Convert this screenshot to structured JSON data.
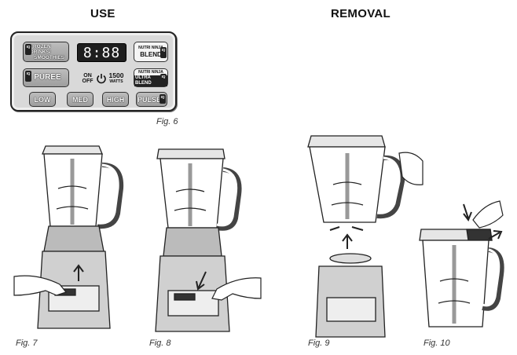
{
  "headings": {
    "use": "USE",
    "removal": "REMOVAL"
  },
  "panel": {
    "iq_badge": "IQ",
    "frozen_drinks": "FROZEN DRINKS/",
    "smoothies": "SMOOTHIES",
    "display_time": "8:88",
    "nutri_ninja": "NUTRI NINJA",
    "blend": "BLEND",
    "puree": "PUREE",
    "on": "ON",
    "off": "OFF",
    "watts_value": "1500",
    "watts_unit": "WATTS",
    "ultra_blend": "ULTRA BLEND",
    "low": "LOW",
    "med": "MED",
    "high": "HIGH",
    "pulse": "PULSE"
  },
  "captions": {
    "fig6": "Fig. 6",
    "fig7": "Fig. 7",
    "fig8": "Fig. 8",
    "fig9": "Fig. 9",
    "fig10": "Fig. 10"
  },
  "icons": [
    "power-icon",
    "arrow-up-icon",
    "arrow-down-icon",
    "hand-icon"
  ]
}
